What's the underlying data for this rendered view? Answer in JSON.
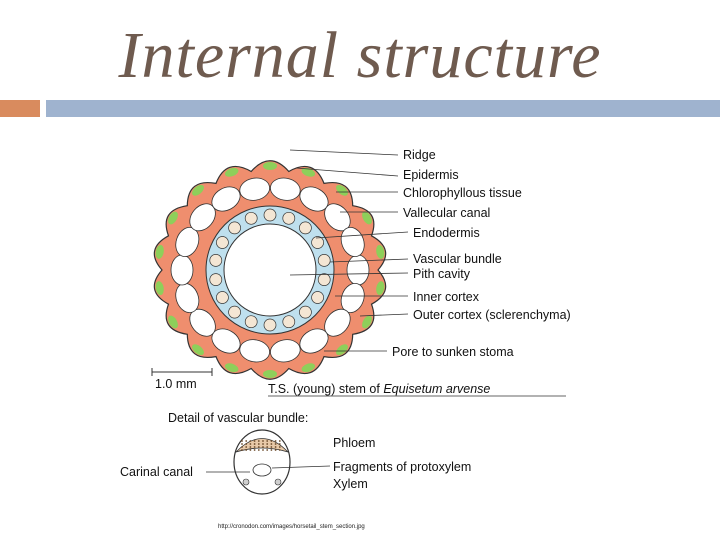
{
  "title": "Internal structure",
  "colors": {
    "title": "#6f5b4f",
    "accent_left": "#d98b5e",
    "accent_right": "#9fb3cf",
    "cortex": "#ef8e6e",
    "chlorophyll": "#8ecf5a",
    "endodermis": "#bfe0ee"
  },
  "labels": {
    "ridge": "Ridge",
    "epidermis": "Epidermis",
    "chlorophyllous": "Chlorophyllous tissue",
    "vallecular": "Vallecular canal",
    "endodermis": "Endodermis",
    "vascular_bundle": "Vascular bundle",
    "pith_cavity": "Pith cavity",
    "inner_cortex": "Inner cortex",
    "outer_cortex": "Outer cortex (sclerenchyma)",
    "pore": "Pore to sunken stoma"
  },
  "scale_label": "1.0 mm",
  "caption_prefix": "T.S. (young) stem of",
  "caption_species": "Equisetum arvense",
  "detail": {
    "heading": "Detail of vascular bundle:",
    "phloem": "Phloem",
    "carinal": "Carinal canal",
    "protoxylem": "Fragments of protoxylem",
    "xylem": "Xylem"
  },
  "source_url": "http://cronodon.com/images/horsetail_stem_section.jpg"
}
